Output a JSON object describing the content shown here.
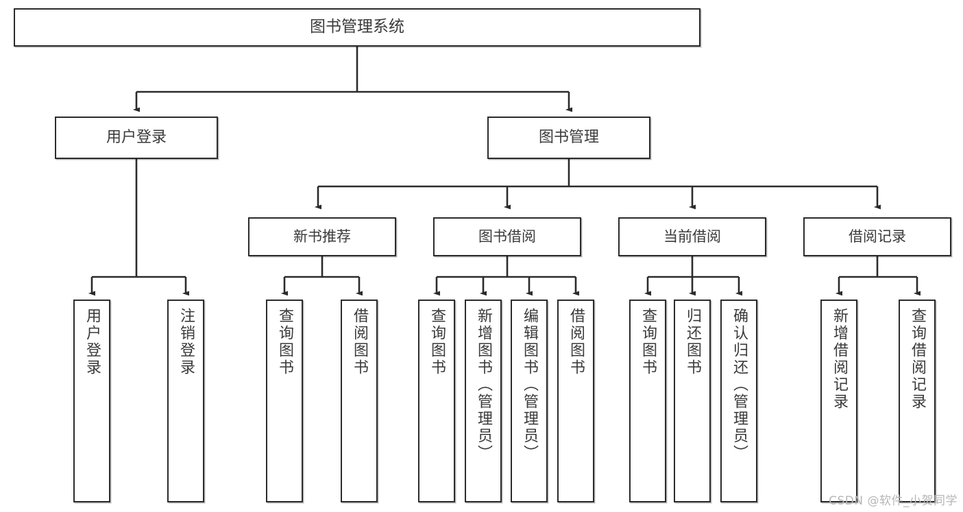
{
  "diagram": {
    "type": "tree",
    "title": "图书管理系统",
    "background_color": "#ffffff",
    "line_color": "#2b2b2b",
    "text_color": "#3a3a3a"
  },
  "root": {
    "label": "图书管理系统"
  },
  "level2": [
    {
      "id": "user-login",
      "label": "用户登录"
    },
    {
      "id": "book-management",
      "label": "图书管理"
    }
  ],
  "level3": [
    {
      "id": "new-book-recommend",
      "label": "新书推荐"
    },
    {
      "id": "book-borrow",
      "label": "图书借阅"
    },
    {
      "id": "current-borrow",
      "label": "当前借阅"
    },
    {
      "id": "borrow-record",
      "label": "借阅记录"
    }
  ],
  "leaves": [
    {
      "id": "leaf-user-login",
      "label": "用户登录"
    },
    {
      "id": "leaf-logout-login",
      "label": "注销登录"
    },
    {
      "id": "leaf-query-book-1",
      "label": "查询图书"
    },
    {
      "id": "leaf-borrow-book-1",
      "label": "借阅图书"
    },
    {
      "id": "leaf-query-book-2",
      "label": "查询图书"
    },
    {
      "id": "leaf-add-book",
      "label": "新增图书（管理员）"
    },
    {
      "id": "leaf-edit-book",
      "label": "编辑图书（管理员）"
    },
    {
      "id": "leaf-borrow-book-2",
      "label": "借阅图书"
    },
    {
      "id": "leaf-query-book-3",
      "label": "查询图书"
    },
    {
      "id": "leaf-return-book",
      "label": "归还图书"
    },
    {
      "id": "leaf-confirm-return",
      "label": "确认归还（管理员）"
    },
    {
      "id": "leaf-add-record",
      "label": "新增借阅记录"
    },
    {
      "id": "leaf-query-record",
      "label": "查询借阅记录"
    }
  ],
  "watermark": {
    "text": "CSDN @软件_小贺同学"
  }
}
